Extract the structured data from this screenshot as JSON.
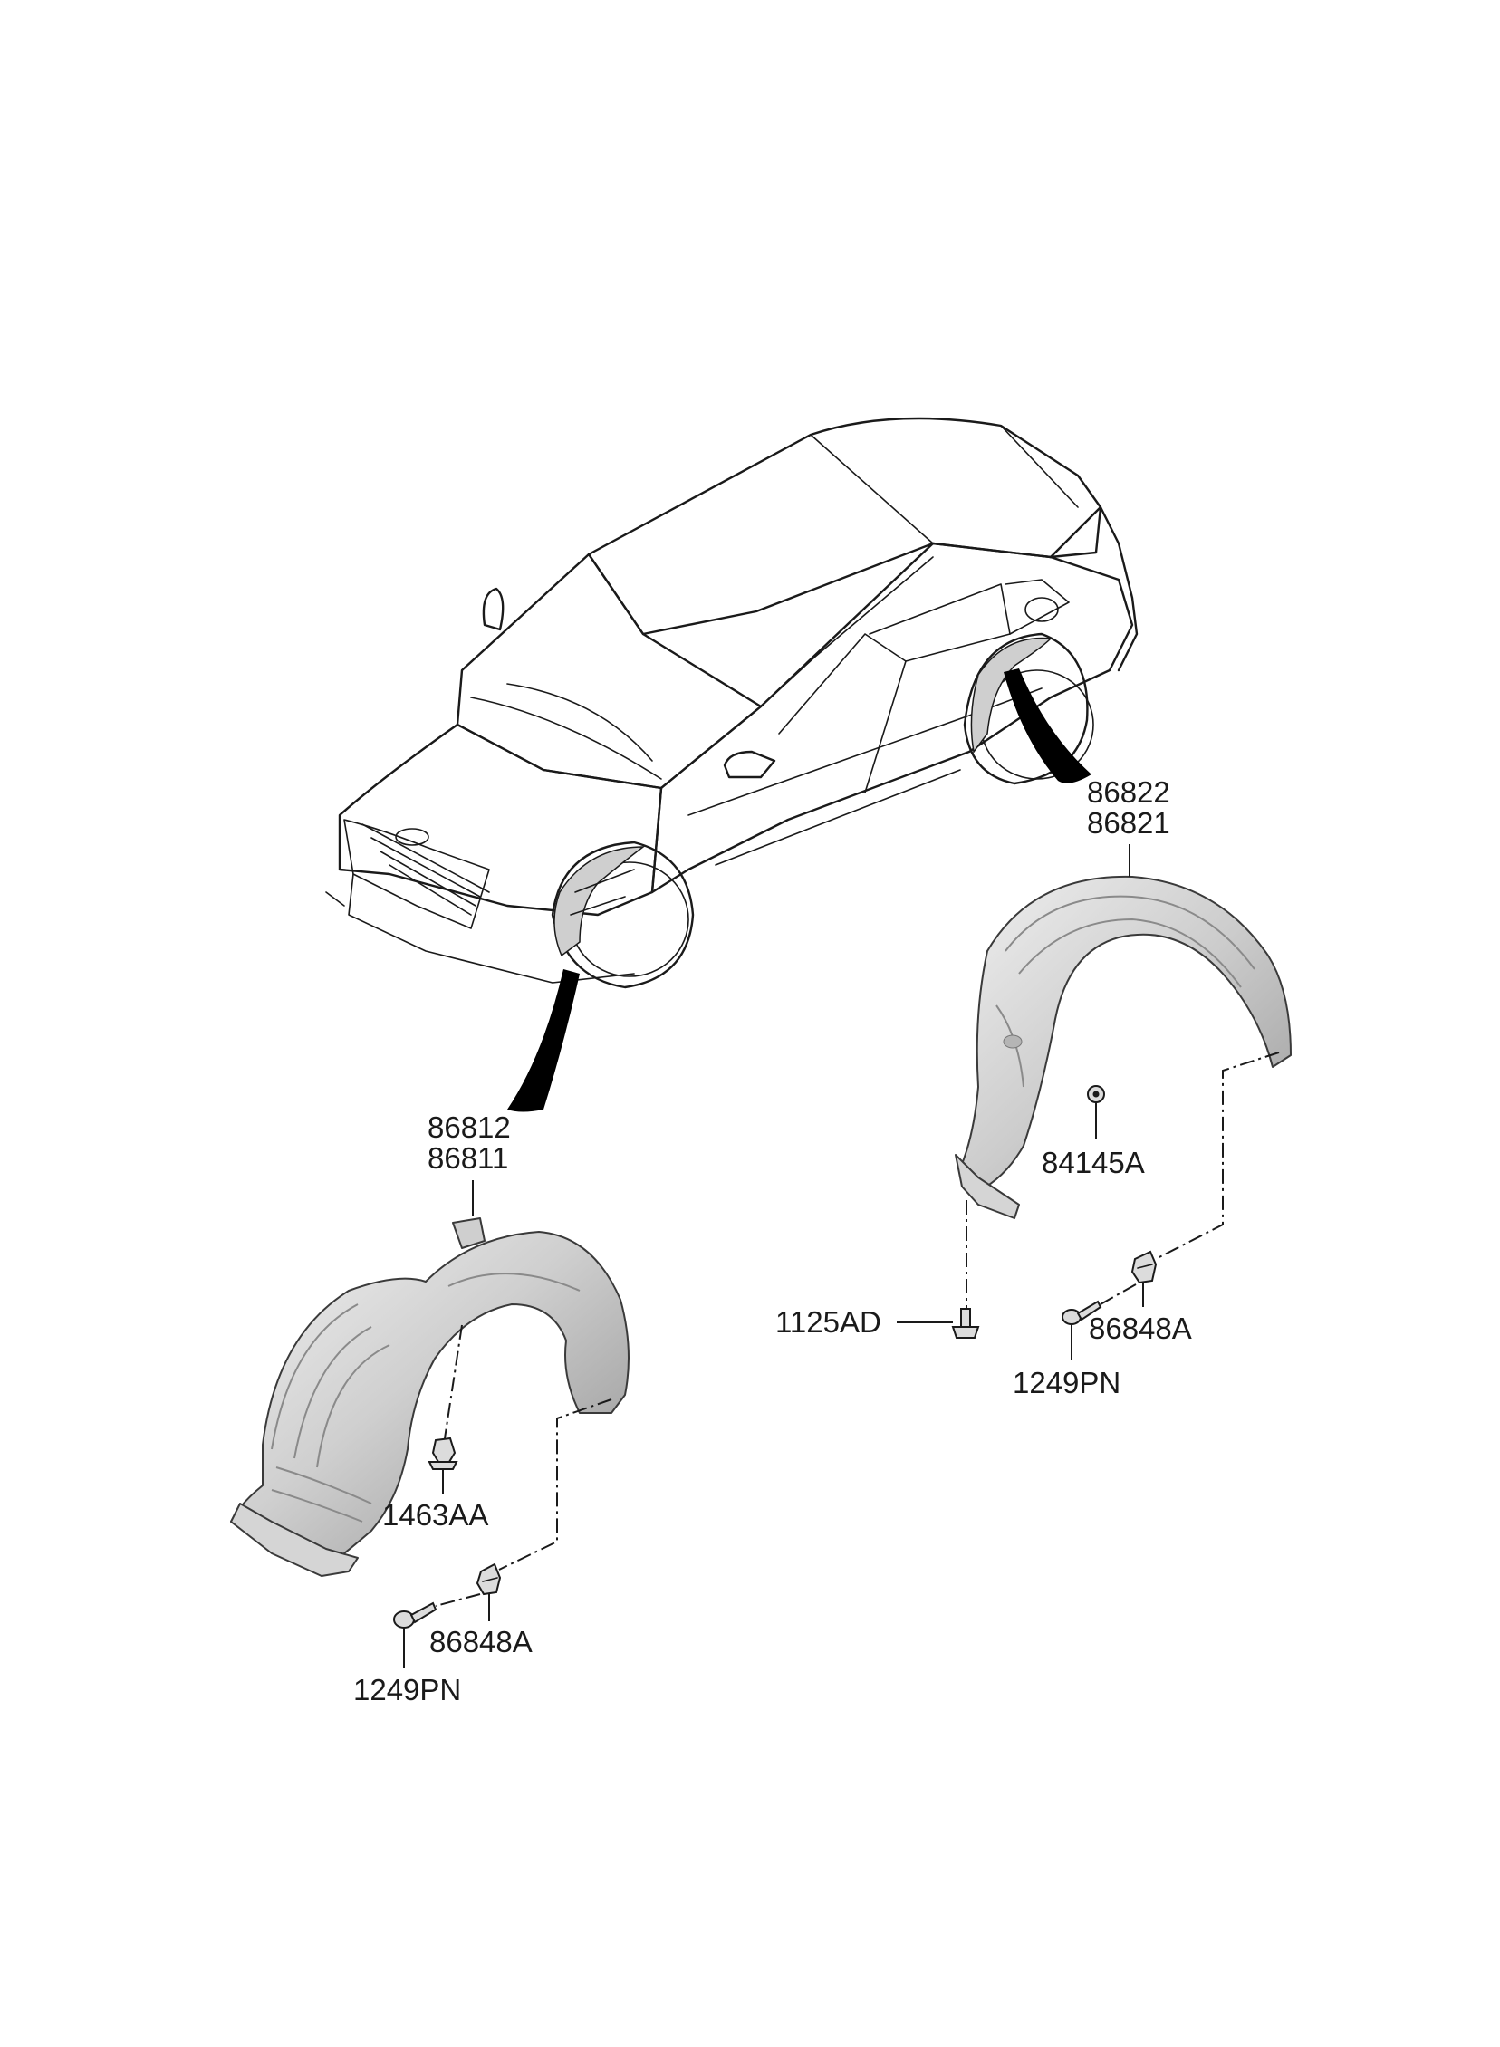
{
  "labels": {
    "rear_upper": "86822",
    "rear_lower": "86821",
    "front_upper": "86812",
    "front_lower": "86811",
    "nut_rear": "84145A",
    "bolt_rear": "1125AD",
    "clip_rear": "86848A",
    "screw_rear": "1249PN",
    "clip_front_center": "1463AA",
    "clip_front": "86848A",
    "screw_front": "1249PN"
  },
  "colors": {
    "line": "#1a1a1a",
    "part_light": "#e6e6e6",
    "part_dark": "#9c9c9c"
  },
  "icons": {
    "vehicle": "sedan-outline-icon",
    "front_liner": "front-wheel-guard-icon",
    "rear_liner": "rear-wheel-guard-icon",
    "fasteners": [
      "nut-icon",
      "bolt-icon",
      "clip-icon",
      "screw-icon"
    ]
  }
}
